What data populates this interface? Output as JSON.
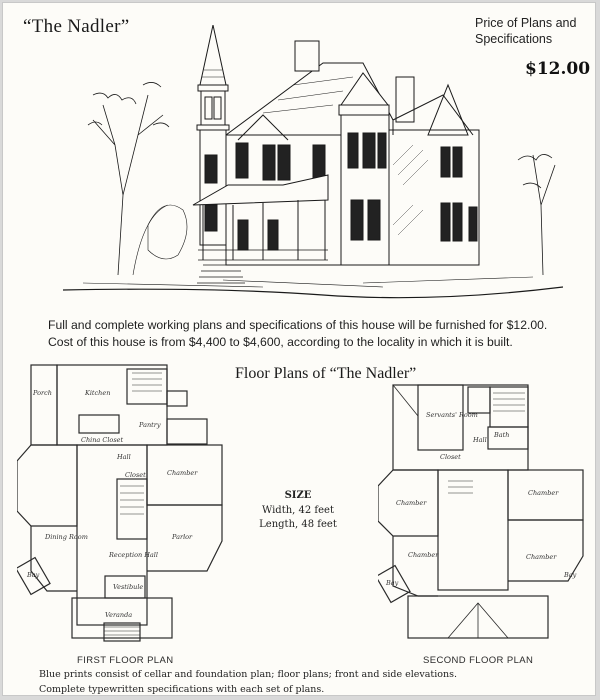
{
  "header": {
    "title": "“The Nadler”",
    "price_label_line1": "Price of Plans and",
    "price_label_line2": "Specifications",
    "price_value": "$12.00"
  },
  "illustration": {
    "subject": "Victorian house exterior elevation drawing with turret, bay window, porch and trees"
  },
  "description": {
    "line1": "Full and complete working plans and specifications of this house will be furnished for $12.00.",
    "line2": "Cost of this house is from $4,400 to $4,600, according to the locality in which it is built."
  },
  "floor_plans": {
    "title": "Floor Plans of “The Nadler”",
    "first_floor": {
      "caption": "FIRST FLOOR PLAN",
      "rooms": [
        "Porch",
        "Kitchen",
        "Pantry",
        "China Closet",
        "Hall",
        "Closet",
        "Chamber",
        "Dining Room",
        "Parlor",
        "Reception Hall",
        "Vestibule",
        "Veranda",
        "Bay"
      ]
    },
    "second_floor": {
      "caption": "SECOND FLOOR PLAN",
      "rooms": [
        "Servants' Room",
        "Bath",
        "Hall",
        "Closet",
        "Chamber",
        "Chamber",
        "Chamber",
        "Chamber",
        "Bay",
        "Bay"
      ]
    },
    "size": {
      "heading": "SIZE",
      "width": "Width, 42 feet",
      "length": "Length, 48 feet"
    }
  },
  "footer": {
    "line1": "Blue prints consist of cellar and foundation plan; floor plans; front and side elevations.",
    "line2": "Complete typewritten specifications with each set of plans."
  }
}
